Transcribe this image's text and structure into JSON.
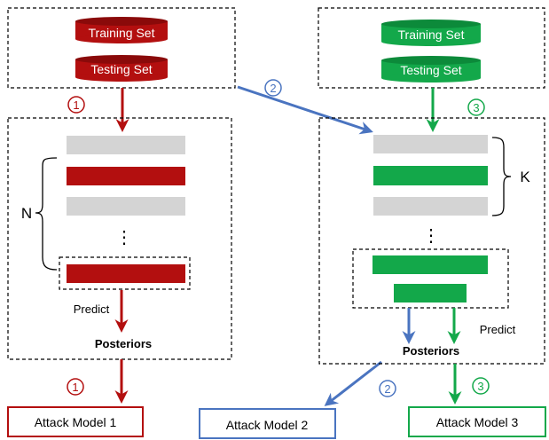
{
  "colors": {
    "red": "#b30f0f",
    "red_dark": "#8a0a0a",
    "green": "#13a84a",
    "green_dark": "#0c8a3a",
    "blue": "#4a74c0",
    "gray": "#d4d4d4",
    "black": "#000000"
  },
  "left": {
    "dataset": {
      "training": "Training Set",
      "testing": "Testing Set"
    },
    "step": "1",
    "n_label": "N",
    "dots": "⋮",
    "predict": "Predict",
    "posteriors": "Posteriors",
    "step_bottom": "1",
    "attack": "Attack Model 1"
  },
  "right": {
    "dataset": {
      "training": "Training Set",
      "testing": "Testing Set"
    },
    "step": "3",
    "k_label": "K",
    "dots": "⋮",
    "predict": "Predict",
    "posteriors": "Posteriors",
    "step_bottom": "3",
    "attack": "Attack Model 3"
  },
  "middle": {
    "step": "2",
    "step_bottom": "2",
    "attack": "Attack Model 2"
  }
}
